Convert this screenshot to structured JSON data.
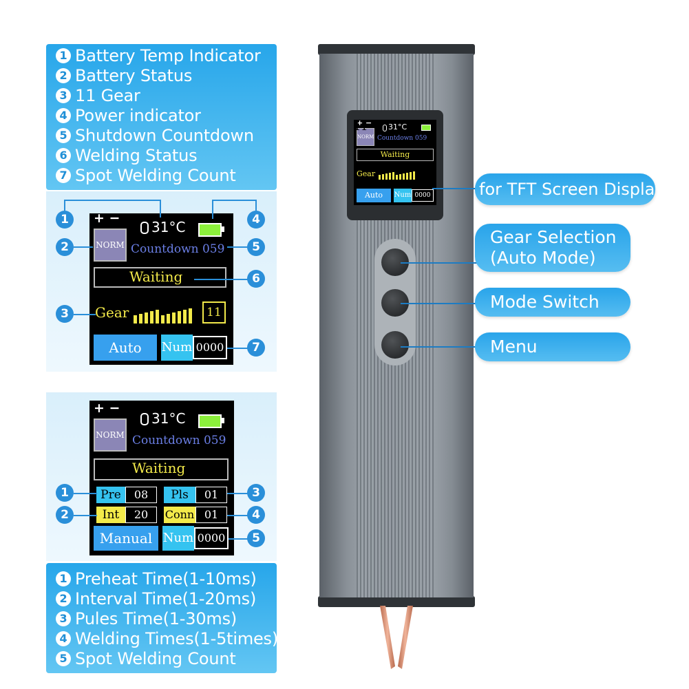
{
  "top_legend": {
    "items": [
      {
        "n": "1",
        "label": "Battery Temp Indicator"
      },
      {
        "n": "2",
        "label": "Battery Status"
      },
      {
        "n": "3",
        "label": "11 Gear"
      },
      {
        "n": "4",
        "label": "Power indicator"
      },
      {
        "n": "5",
        "label": "Shutdown Countdown"
      },
      {
        "n": "6",
        "label": "Welding Status"
      },
      {
        "n": "7",
        "label": "Spot Welding Count"
      }
    ]
  },
  "auto_screen": {
    "battery_signs": "+ −",
    "norm_label": "NORM",
    "temperature": "31°C",
    "countdown": "Countdown 059",
    "status": "Waiting",
    "gear_label": "Gear",
    "gear_value": "11",
    "mode": "Auto",
    "num_label": "Num",
    "num_value": "0000",
    "callouts": [
      "1",
      "2",
      "3",
      "4",
      "5",
      "6",
      "7"
    ]
  },
  "manual_screen": {
    "battery_signs": "+ −",
    "norm_label": "NORM",
    "temperature": "31°C",
    "countdown": "Countdown 059",
    "status": "Waiting",
    "pre_label": "Pre",
    "pre_value": "08",
    "pls_label": "Pls",
    "pls_value": "01",
    "int_label": "Int",
    "int_value": "20",
    "conn_label": "Conn",
    "conn_value": "01",
    "mode": "Manual",
    "num_label": "Num",
    "num_value": "0000",
    "callouts": [
      "1",
      "2",
      "3",
      "4",
      "5"
    ]
  },
  "bottom_legend": {
    "items": [
      {
        "n": "1",
        "label": "Preheat Time(1-10ms)"
      },
      {
        "n": "2",
        "label": "Interval Time(1-20ms)"
      },
      {
        "n": "3",
        "label": "Pules Time(1-30ms)"
      },
      {
        "n": "4",
        "label": "Welding Times(1-5times)"
      },
      {
        "n": "5",
        "label": "Spot Welding Count"
      }
    ]
  },
  "device": {
    "screen": {
      "battery_signs": "+ −",
      "norm_label": "NORM",
      "temperature": "31°C",
      "countdown": "Countdown 059",
      "status": "Waiting",
      "gear_label": "Gear",
      "gear_value": "11",
      "mode": "Auto",
      "num_label": "Num",
      "num_value": "0000"
    }
  },
  "labels": {
    "tft": "for TFT Screen Display",
    "gear_selection_line1": "Gear Selection",
    "gear_selection_line2": "(Auto Mode)",
    "mode_switch": "Mode Switch",
    "menu": "Menu"
  },
  "colors": {
    "accent_blue": "#29a4ea",
    "screen_yellow": "#f3ea4a",
    "screen_cyan": "#35c3f0",
    "battery_green": "#8cf03c",
    "device_gray": "#7d858d"
  }
}
